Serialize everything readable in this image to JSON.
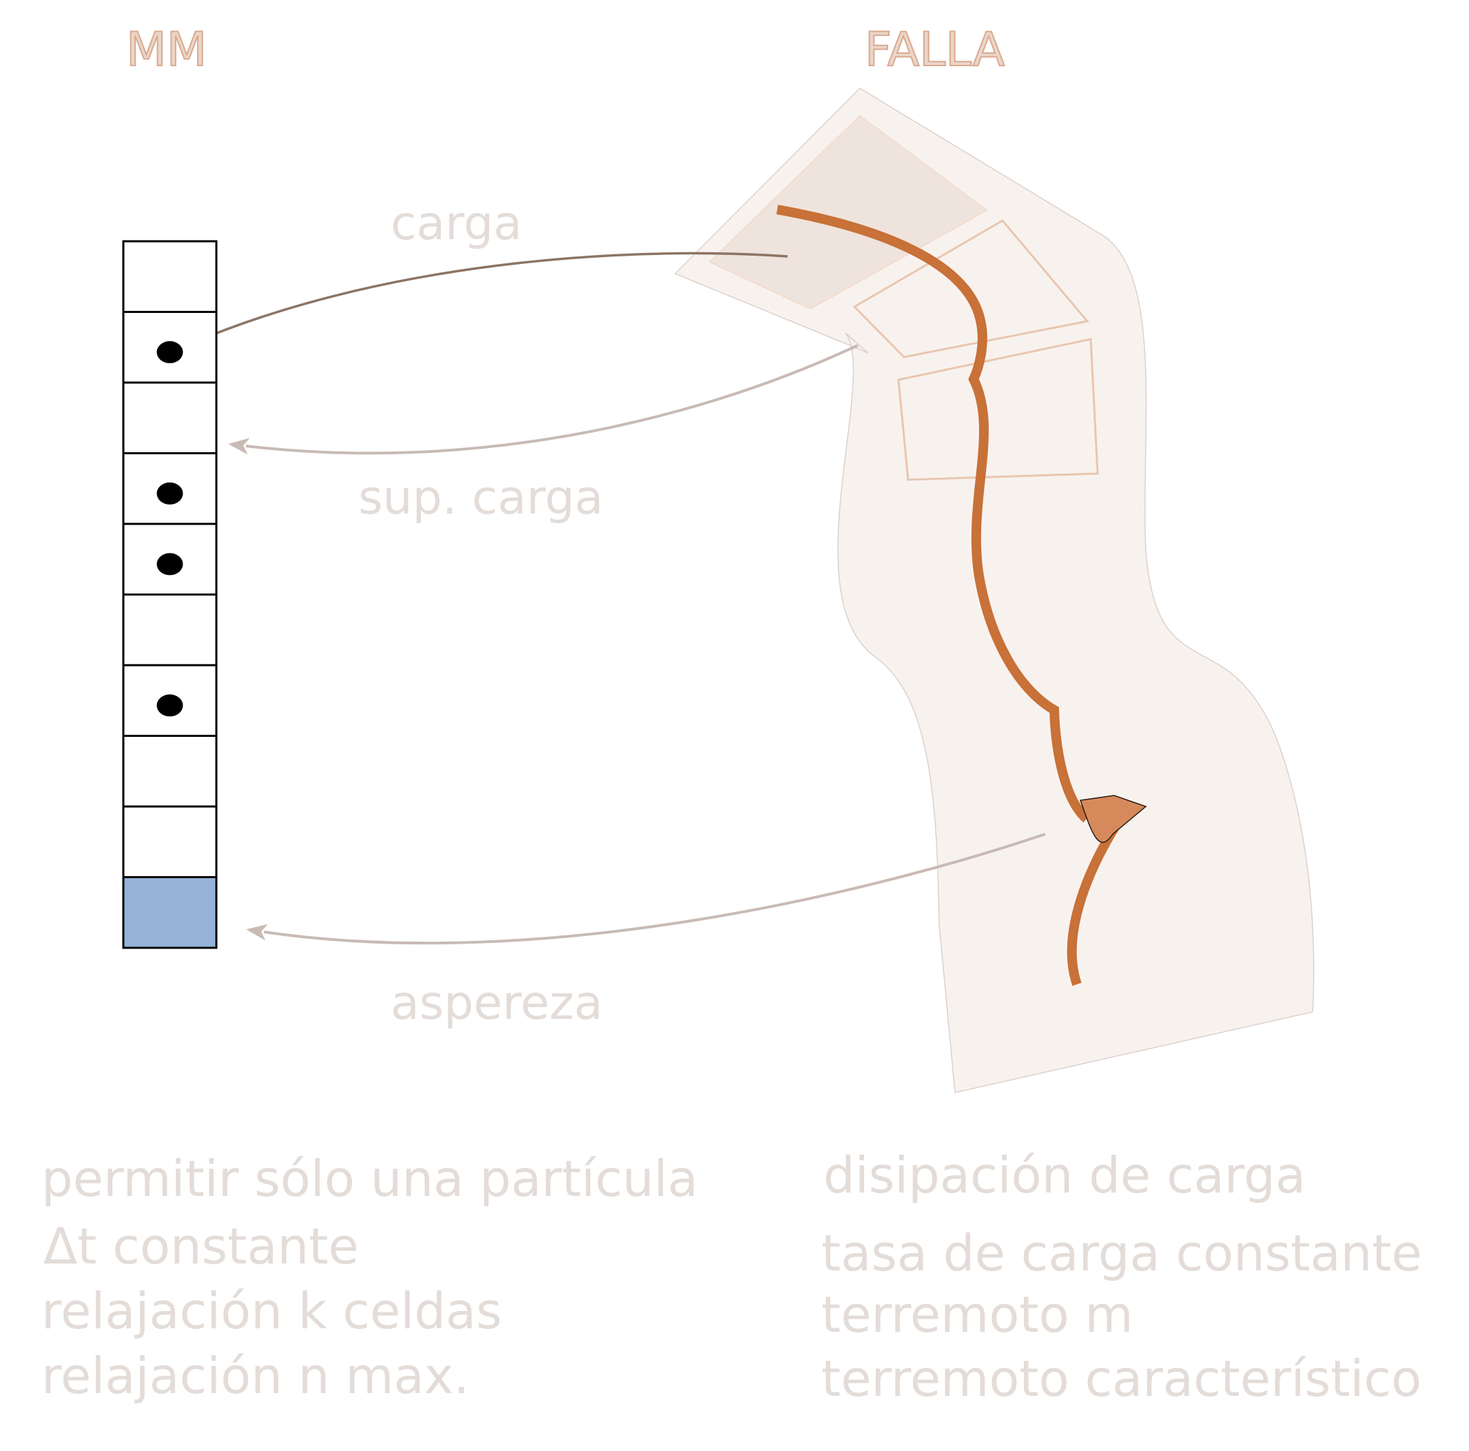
{
  "headers": {
    "left": "MM",
    "right": "FALLA"
  },
  "arrows": {
    "load": "carga",
    "super_load": "sup. carga",
    "asperity": "aspereza"
  },
  "notes_left": [
    "permitir sólo una partícula",
    "Δt constante",
    "relajación  k celdas",
    "relajación  n max."
  ],
  "notes_right": [
    "disipación de carga",
    "tasa de carga constante",
    "terremoto  m",
    "terremoto  característico"
  ],
  "cell_column": {
    "cell_count": 10,
    "particle_cells": [
      1,
      3,
      4,
      6
    ],
    "asperity_cell": 9
  },
  "colors": {
    "fault_fill": "#f8f2ee",
    "fault_stroke": "#c87138",
    "asperity": "#d68a5c",
    "asperity_cell": "#95b4d8",
    "arrow_dark": "#8c7464",
    "arrow_light": "#c8bab4"
  }
}
